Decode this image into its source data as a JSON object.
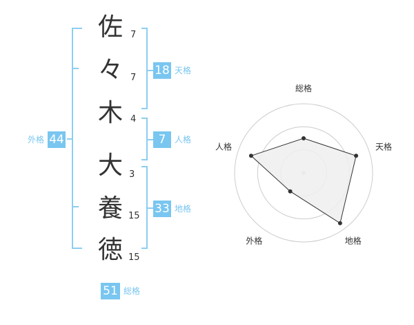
{
  "name": {
    "chars": [
      {
        "char": "佐",
        "strokes": "7"
      },
      {
        "char": "々",
        "strokes": "7"
      },
      {
        "char": "木",
        "strokes": "4"
      },
      {
        "char": "大",
        "strokes": "3"
      },
      {
        "char": "養",
        "strokes": "15"
      },
      {
        "char": "徳",
        "strokes": "15"
      }
    ]
  },
  "fortunes": {
    "tenkaku": {
      "value": "18",
      "label": "天格"
    },
    "jinkaku": {
      "value": "7",
      "label": "人格"
    },
    "chikaku": {
      "value": "33",
      "label": "地格"
    },
    "gaikaku": {
      "value": "44",
      "label": "外格"
    },
    "soukaku": {
      "value": "51",
      "label": "総格"
    }
  },
  "chart_data": {
    "type": "radar",
    "axes": [
      "総格",
      "天格",
      "地格",
      "外格",
      "人格"
    ],
    "values": [
      0.5,
      0.8,
      0.9,
      0.33,
      0.8
    ],
    "range": [
      0,
      1
    ],
    "rings": 3,
    "colors": {
      "fill": "#eeeeee",
      "stroke": "#333333",
      "grid": "#cccccc",
      "center": "#cccccc"
    }
  },
  "colors": {
    "accent": "#79c6f0",
    "bracket": "#8ccdf2",
    "text": "#333333"
  }
}
